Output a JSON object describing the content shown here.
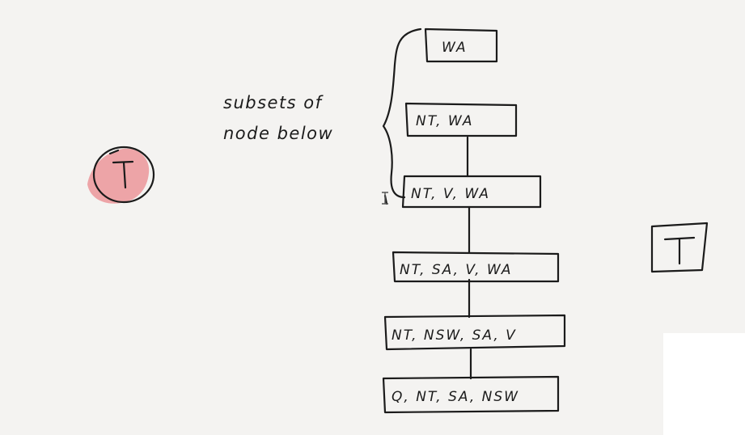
{
  "annotation": {
    "line1": "subsets of",
    "line2": "node below"
  },
  "nodes": [
    {
      "label": "WA"
    },
    {
      "label": "NT, WA"
    },
    {
      "label": "NT, V, WA"
    },
    {
      "label": "NT, SA, V, WA"
    },
    {
      "label": "NT, NSW, SA, V"
    },
    {
      "label": "Q, NT, SA, NSW"
    }
  ],
  "left_symbol": {
    "label": "T",
    "highlight_color": "#e8626a"
  },
  "right_symbol": {
    "label": "T"
  },
  "colors": {
    "ink": "#1b1b1b",
    "background": "#f4f3f1",
    "highlight": "#e8626a"
  }
}
